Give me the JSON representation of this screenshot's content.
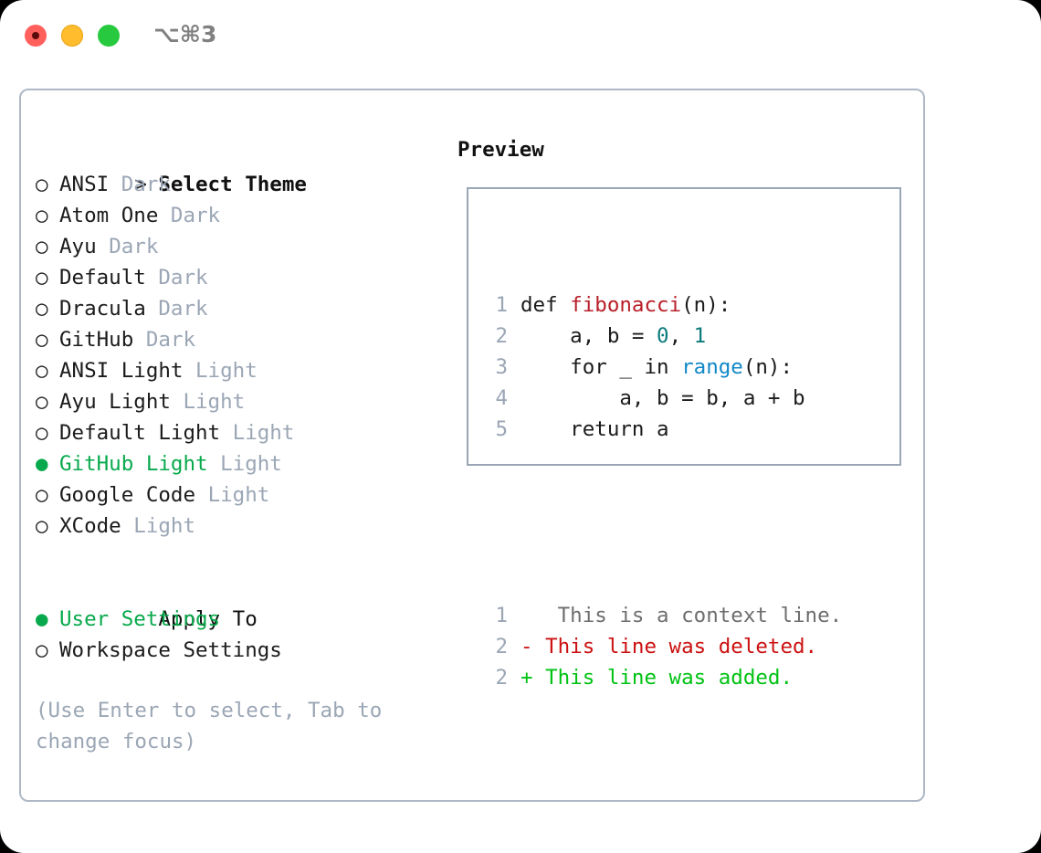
{
  "titlebar": {
    "shortcut": "⌥⌘3",
    "buttons": [
      {
        "name": "close",
        "color": "#ff605c"
      },
      {
        "name": "minimize",
        "color": "#ffbd2e"
      },
      {
        "name": "maximize",
        "color": "#27c93f"
      }
    ]
  },
  "colors": {
    "panel_border": "#aeb8c6",
    "preview_border": "#9aa6b6",
    "accent_green": "#08a94c",
    "muted": "#9ba6b5",
    "text": "#1b1b1b",
    "diff_add": "#00c213",
    "diff_del": "#cc1111",
    "syntax_function": "#b81e28",
    "syntax_number": "#0b7a7a",
    "syntax_builtin": "#1188c8"
  },
  "theme_list": {
    "heading_marker": ">",
    "heading": "Select Theme",
    "items": [
      {
        "marker": "○",
        "label": "ANSI",
        "tag": "Dark",
        "selected": false
      },
      {
        "marker": "○",
        "label": "Atom One",
        "tag": "Dark",
        "selected": false
      },
      {
        "marker": "○",
        "label": "Ayu",
        "tag": "Dark",
        "selected": false
      },
      {
        "marker": "○",
        "label": "Default",
        "tag": "Dark",
        "selected": false
      },
      {
        "marker": "○",
        "label": "Dracula",
        "tag": "Dark",
        "selected": false
      },
      {
        "marker": "○",
        "label": "GitHub",
        "tag": "Dark",
        "selected": false
      },
      {
        "marker": "○",
        "label": "ANSI Light",
        "tag": "Light",
        "selected": false
      },
      {
        "marker": "○",
        "label": "Ayu Light",
        "tag": "Light",
        "selected": false
      },
      {
        "marker": "○",
        "label": "Default Light",
        "tag": "Light",
        "selected": false
      },
      {
        "marker": "●",
        "label": "GitHub Light",
        "tag": "Light",
        "selected": true
      },
      {
        "marker": "○",
        "label": "Google Code",
        "tag": "Light",
        "selected": false
      },
      {
        "marker": "○",
        "label": "XCode",
        "tag": "Light",
        "selected": false
      }
    ]
  },
  "apply_to": {
    "heading": "Apply To",
    "items": [
      {
        "marker": "●",
        "label": "User Settings",
        "selected": true
      },
      {
        "marker": "○",
        "label": "Workspace Settings",
        "selected": false
      }
    ]
  },
  "hint": "(Use Enter to select, Tab to change focus)",
  "preview": {
    "title": "Preview",
    "code_lines": [
      {
        "num": "1",
        "segments": [
          {
            "text": "def ",
            "style": "plain"
          },
          {
            "text": "fibonacci",
            "style": "func"
          },
          {
            "text": "(n):",
            "style": "plain"
          }
        ]
      },
      {
        "num": "2",
        "segments": [
          {
            "text": "    a, b = ",
            "style": "plain"
          },
          {
            "text": "0",
            "style": "num"
          },
          {
            "text": ", ",
            "style": "plain"
          },
          {
            "text": "1",
            "style": "num"
          }
        ]
      },
      {
        "num": "3",
        "segments": [
          {
            "text": "    for _ in ",
            "style": "plain"
          },
          {
            "text": "range",
            "style": "builtin"
          },
          {
            "text": "(n):",
            "style": "plain"
          }
        ]
      },
      {
        "num": "4",
        "segments": [
          {
            "text": "        a, b = b, a + b",
            "style": "plain"
          }
        ]
      },
      {
        "num": "5",
        "segments": [
          {
            "text": "    return a",
            "style": "plain"
          }
        ]
      }
    ],
    "diff_lines": [
      {
        "num": "1",
        "sign": " ",
        "text": "  This is a context line.",
        "kind": "ctx"
      },
      {
        "num": "2",
        "sign": "-",
        "text": " This line was deleted.",
        "kind": "del"
      },
      {
        "num": "2",
        "sign": "+",
        "text": " This line was added.",
        "kind": "add"
      }
    ]
  }
}
